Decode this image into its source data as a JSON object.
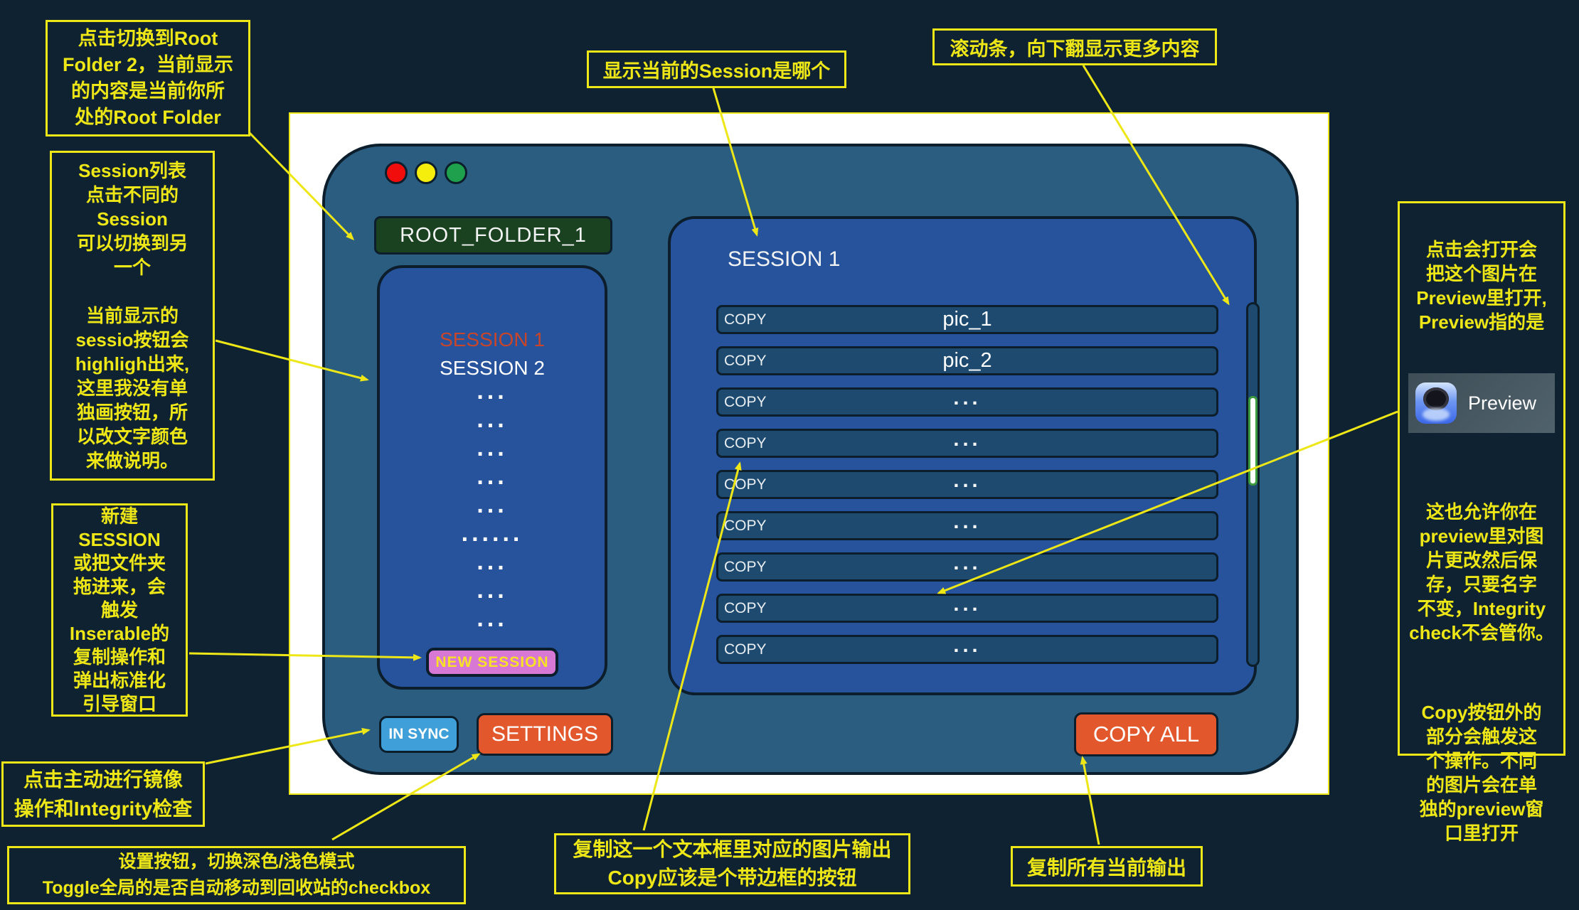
{
  "canvas": {
    "background": "#0f2231",
    "annotation_color": "#eee718"
  },
  "annotations": {
    "root_folder_note": "点击切换到Root\nFolder 2，当前显示\n的内容是当前你所\n处的Root Folder",
    "session_list_note": "Session列表\n点击不同的\nSession\n可以切换到另\n一个\n\n当前显示的\nsessio按钮会\nhighligh出来,\n这里我没有单\n独画按钮，所\n以改文字颜色\n来做说明。",
    "new_session_note": "新建\nSESSION\n或把文件夹\n拖进来，会\n触发\nInserable的\n复制操作和\n弹出标准化\n引导窗口",
    "mirror_note": "点击主动进行镜像\n操作和Integrity检查",
    "settings_note": "设置按钮，切换深色/浅色模式\nToggle全局的是否自动移动到回收站的checkbox",
    "current_session_note": "显示当前的Session是哪个",
    "scrollbar_note": "滚动条，向下翻显示更多内容",
    "preview_note_top": "点击会打开会\n把这个图片在\nPreview里打开,\nPreview指的是",
    "preview_app_label": "Preview",
    "preview_note_mid": "这也允许你在\npreview里对图\n片更改然后保\n存，只要名字\n不变，Integrity\ncheck不会管你。",
    "preview_note_bottom": "Copy按钮外的\n部分会触发这\n个操作。不同\n的图片会在单\n独的preview窗\n口里打开",
    "copy_row_note": "复制这一个文本框里对应的图片输出\nCopy应该是个带边框的按钮",
    "copy_all_note": "复制所有当前输出"
  },
  "window": {
    "root_folder_button": "ROOT_FOLDER_1",
    "traffic_lights": [
      "red",
      "yellow",
      "green"
    ],
    "session_list": {
      "items": [
        {
          "label": "SESSION 1",
          "active": true
        },
        {
          "label": "SESSION 2",
          "active": false
        }
      ],
      "filler_rows": [
        "...",
        "...",
        "...",
        "...",
        "...",
        "......",
        "...",
        "...",
        "..."
      ],
      "new_session_button": "NEW SESSION"
    },
    "in_sync_button": "IN SYNC",
    "settings_button": "SETTINGS",
    "content": {
      "header": "SESSION 1",
      "copy_button_label": "COPY",
      "rows": [
        "pic_1",
        "pic_2",
        "...",
        "...",
        "...",
        "...",
        "...",
        "...",
        "..."
      ],
      "copy_all_button": "COPY ALL"
    }
  },
  "colors": {
    "window_fill": "#2b5d80",
    "panel_fill": "#26539c",
    "row_fill": "#1d4a6e",
    "root_button": "#1b4220",
    "new_session_button": "#d678d4",
    "in_sync_button": "#3f9fd9",
    "orange_button": "#e2582c",
    "active_session_text": "#c7462b",
    "scroll_thumb_border": "#3d9b3f",
    "annotation_yellow": "#eee718"
  }
}
